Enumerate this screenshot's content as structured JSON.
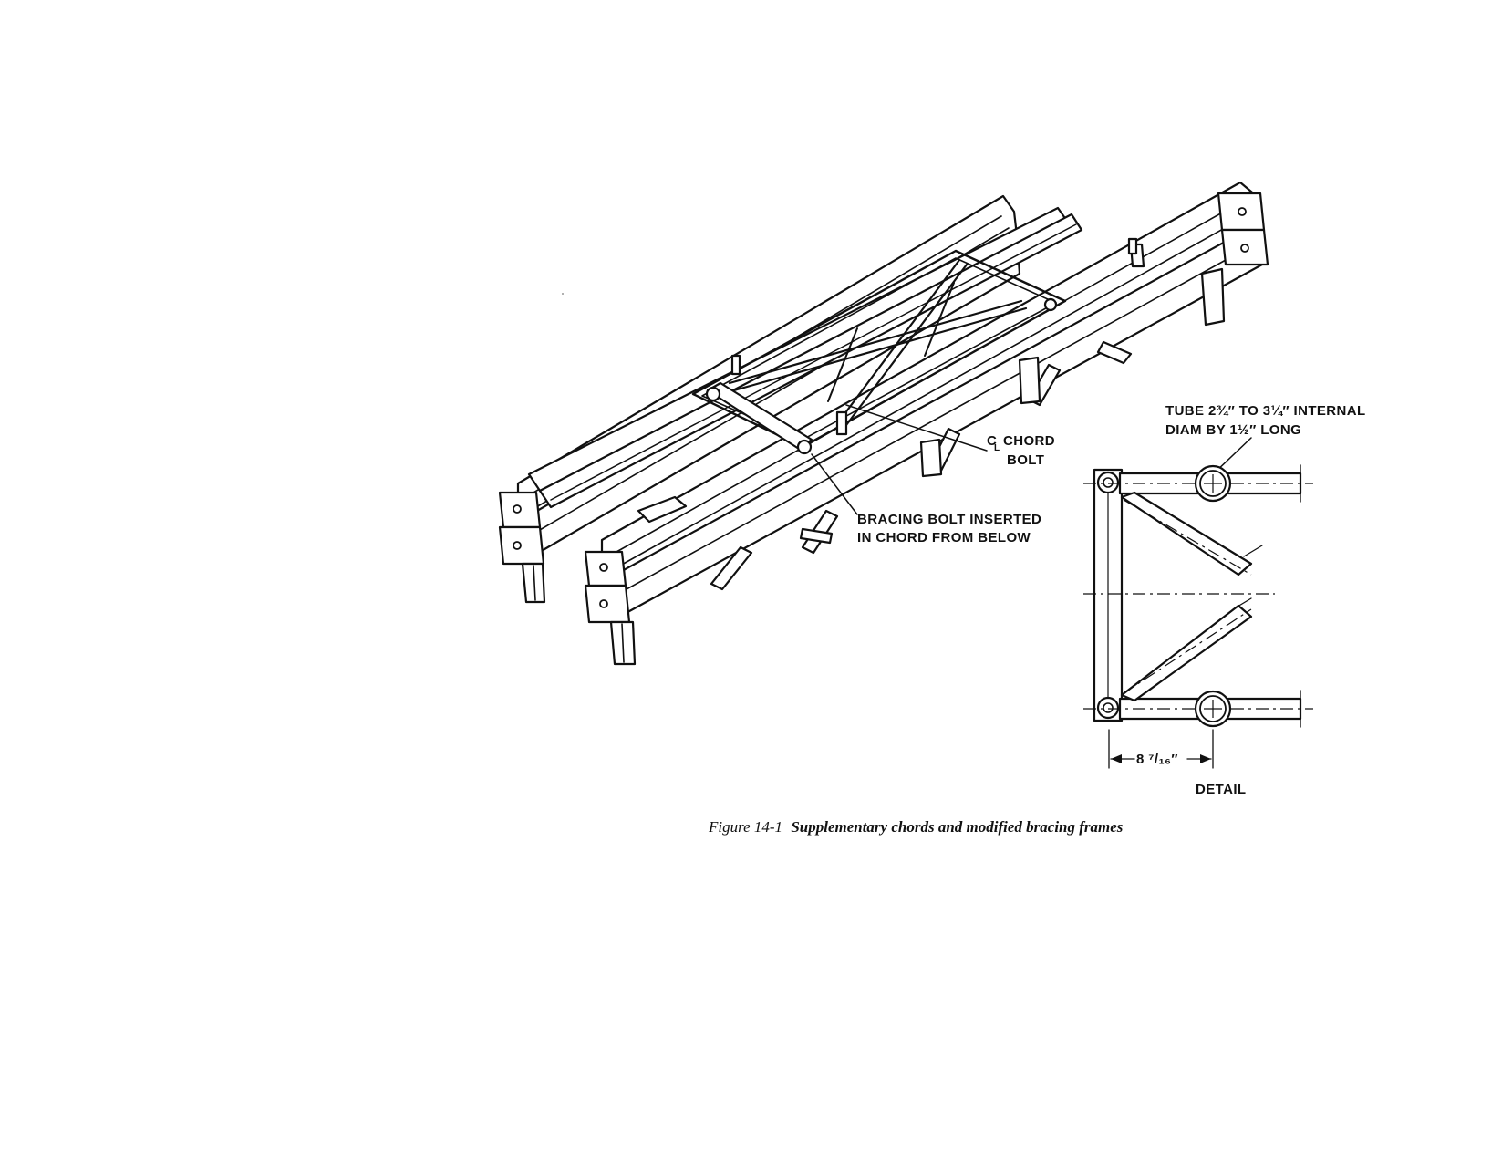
{
  "figure": {
    "label_cl_chord_bolt_line1": "CHORD",
    "label_cl_symbol": "C",
    "label_cl_subscript": "L",
    "label_cl_chord_bolt_line2": "BOLT",
    "label_bracing_bolt_line1": "BRACING BOLT INSERTED",
    "label_bracing_bolt_line2": "IN CHORD FROM BELOW",
    "label_tube_line1": "TUBE 2¾″ TO 3¼″ INTERNAL",
    "label_tube_line2": "DIAM BY 1½″ LONG",
    "dimension_text": "8 ⁷/₁₆″",
    "detail_label": "DETAIL",
    "caption_number": "Figure 14-1",
    "caption_title": "Supplementary chords and modified bracing frames"
  }
}
